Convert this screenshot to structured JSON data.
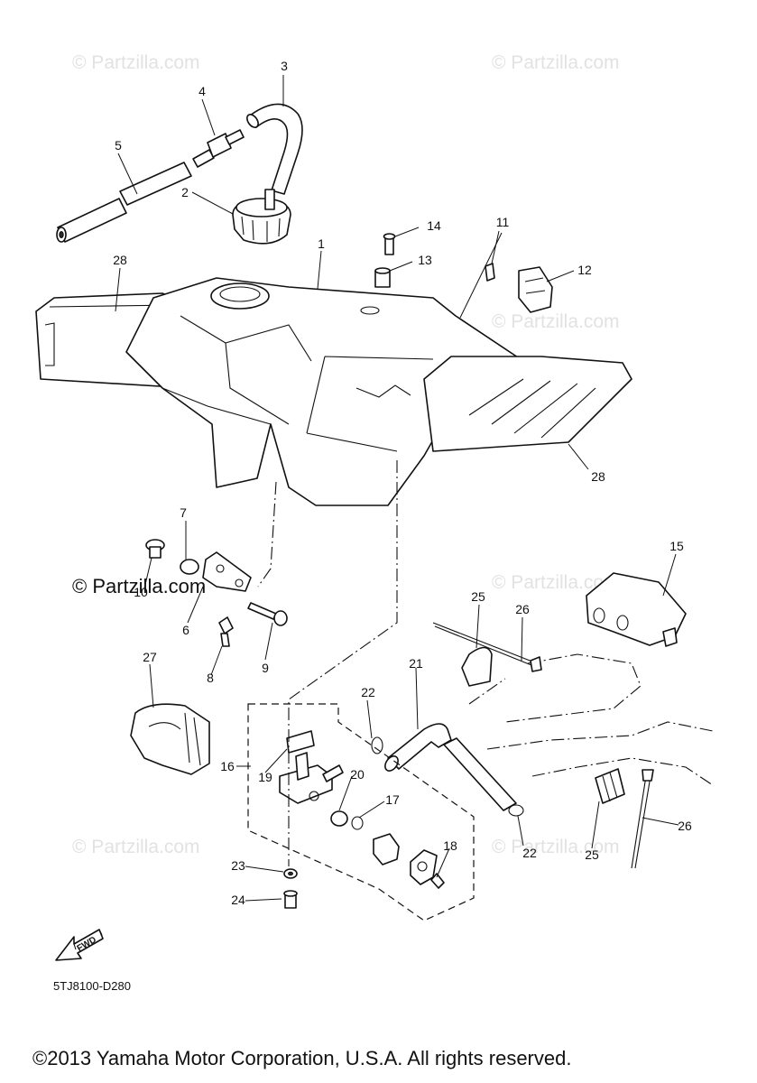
{
  "watermark": "© Partzilla.com",
  "diagram_code": "5TJ8100-D280",
  "fwd_label": "FWD",
  "copyright": "©2013 Yamaha Motor Corporation, U.S.A. All rights reserved.",
  "callouts": {
    "c1": "1",
    "c2": "2",
    "c3": "3",
    "c4": "4",
    "c5": "5",
    "c6": "6",
    "c7": "7",
    "c8": "8",
    "c9": "9",
    "c10": "10",
    "c11": "11",
    "c12": "12",
    "c13": "13",
    "c14": "14",
    "c15": "15",
    "c16": "16",
    "c17": "17",
    "c18": "18",
    "c19": "19",
    "c20": "20",
    "c21": "21",
    "c22a": "22",
    "c22b": "22",
    "c23": "23",
    "c24": "24",
    "c25a": "25",
    "c25b": "25",
    "c26a": "26",
    "c26b": "26",
    "c27": "27",
    "c28a": "28",
    "c28b": "28"
  }
}
